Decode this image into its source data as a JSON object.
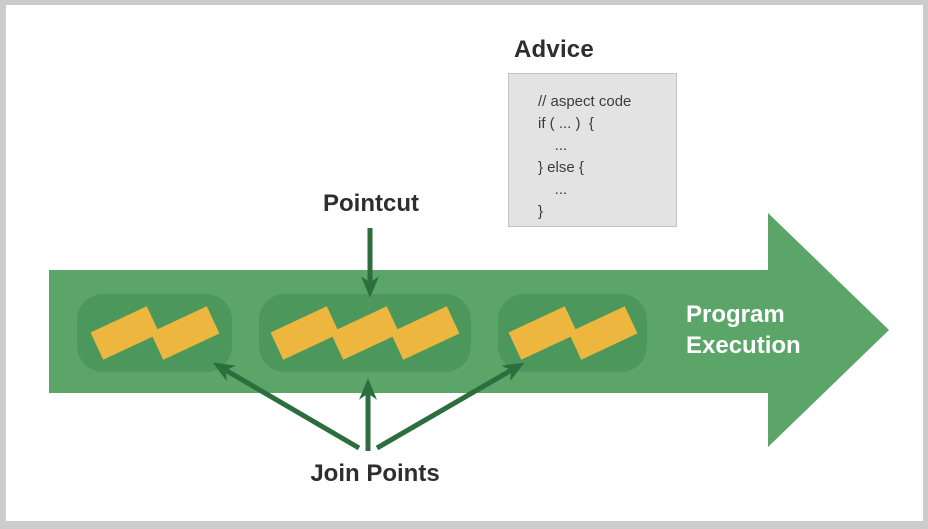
{
  "advice": {
    "title": "Advice",
    "code_lines": [
      "// aspect code",
      "if ( ... )  {",
      "    ...",
      "} else {",
      "    ...",
      "}"
    ]
  },
  "pointcut_label": "Pointcut",
  "join_points": {
    "label": "Join Points",
    "groups": [
      {
        "join_point_count": 2
      },
      {
        "join_point_count": 3
      },
      {
        "join_point_count": 2
      }
    ]
  },
  "program_execution": {
    "lines": [
      "Program",
      "Execution"
    ]
  },
  "colors": {
    "band_green": "#5aa567",
    "group_green": "#4c985c",
    "join_point_yellow": "#edb63e",
    "arrow_dark_green": "#2d6e3e",
    "label_text": "#2e2e2e",
    "advice_box_bg": "#e3e3e3",
    "advice_box_border": "#c2c2c2",
    "frame_border": "#cccccc"
  }
}
